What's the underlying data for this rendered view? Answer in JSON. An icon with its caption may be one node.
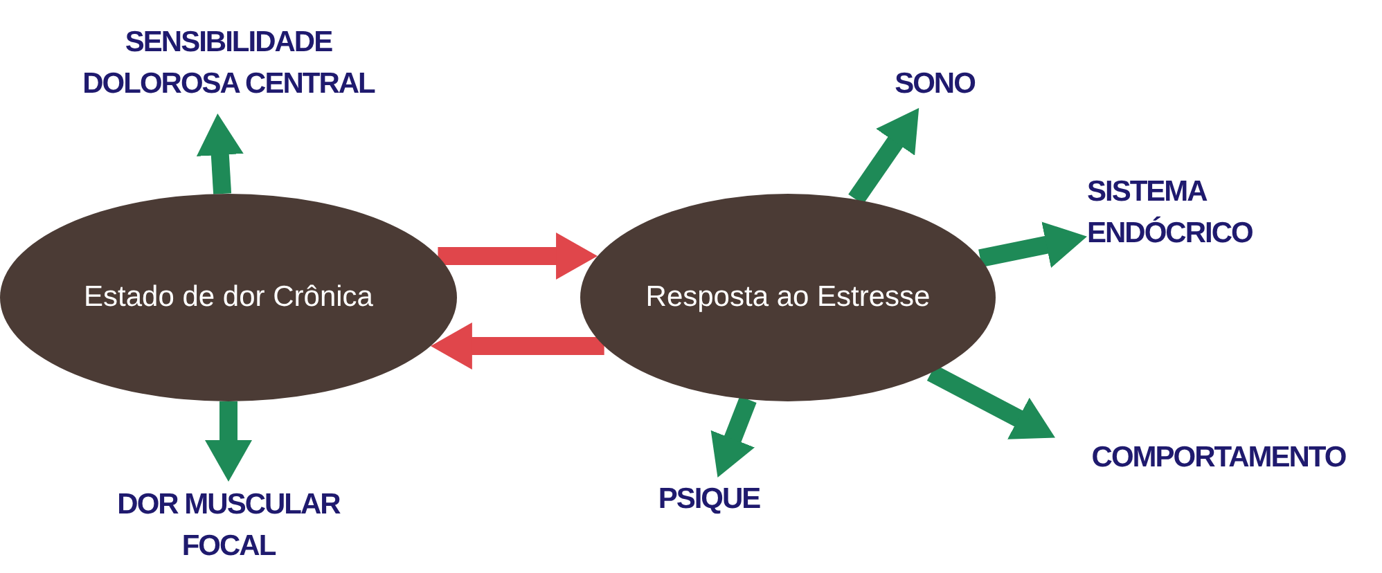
{
  "diagram": {
    "nodes": [
      {
        "text": [
          "Estado de dor Crônica"
        ]
      },
      {
        "text": [
          "Resposta ao Estresse"
        ]
      },
      {
        "text": [
          "SENSIBILIDADE DOLOROSA CENTRAL"
        ]
      },
      {
        "text": [
          "DOR MUSCULAR FOCAL"
        ]
      },
      {
        "text": [
          "SONO"
        ]
      },
      {
        "text": [
          "SISTEMA ENDÓCRICO"
        ]
      },
      {
        "text": [
          "COMPORTAMENTO"
        ]
      },
      {
        "text": [
          "PSIQUE"
        ]
      }
    ],
    "edges": [
      {
        "from": 0,
        "to": 2,
        "arrow": "to"
      },
      {
        "from": 0,
        "to": 3,
        "arrow": "to"
      },
      {
        "from": 0,
        "to": 1,
        "arrow": "to",
        "color": "#e0464b"
      },
      {
        "from": 1,
        "to": 0,
        "arrow": "to",
        "color": "#e0464b"
      },
      {
        "from": 1,
        "to": 4,
        "arrow": "to"
      },
      {
        "from": 1,
        "to": 5,
        "arrow": "to"
      },
      {
        "from": 1,
        "to": 6,
        "arrow": "to"
      },
      {
        "from": 1,
        "to": 7,
        "arrow": "to"
      }
    ]
  }
}
